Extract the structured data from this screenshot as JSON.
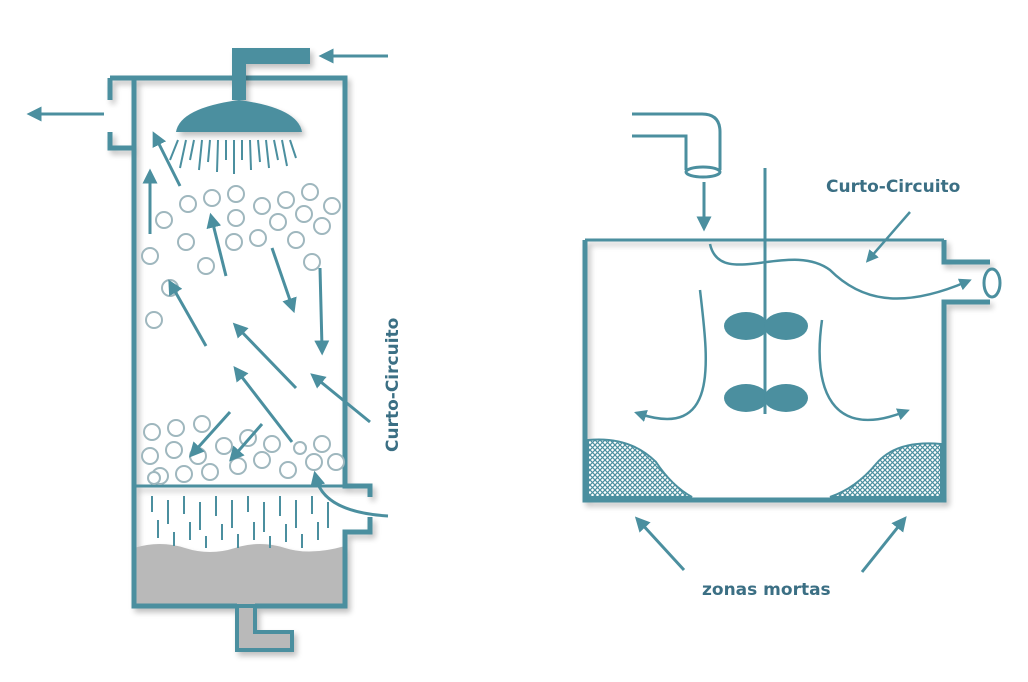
{
  "labels": {
    "left_short_circuit": "Curto-Circuito",
    "right_short_circuit": "Curto-Circuito",
    "dead_zones": "zonas mortas"
  },
  "colors": {
    "stroke": "#4b8f9f",
    "fill": "#4b8f9f",
    "text": "#3b6f84",
    "sludge": "#b9b9b9",
    "bubble_stroke": "#9fb7be",
    "background": "#ffffff"
  },
  "icons": {
    "left_device": "filter-column-with-shower-head",
    "right_device": "mixing-tank-with-impeller"
  }
}
